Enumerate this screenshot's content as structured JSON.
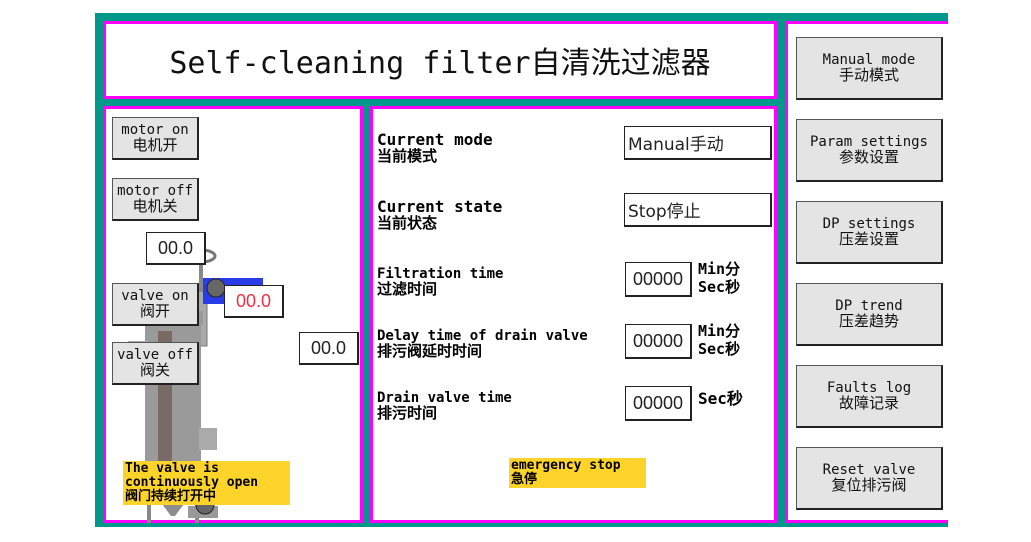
{
  "title": "Self-cleaning filter自清洗过滤器",
  "left": {
    "motor_on": {
      "en": "motor on",
      "cn": "电机开"
    },
    "motor_off": {
      "en": "motor off",
      "cn": "电机关"
    },
    "valve_on": {
      "en": "valve on",
      "cn": "阀开"
    },
    "valve_off": {
      "en": "valve off",
      "cn": "阀关"
    },
    "inlet_pressure": "00.0",
    "differential_pressure": "00.0",
    "outlet_pressure": "00.0",
    "warning": {
      "line1": "The valve is",
      "line2": "continuously open",
      "cn": "阀门持续打开中"
    }
  },
  "middle": {
    "current_mode": {
      "en": "Current  mode",
      "cn": "当前模式",
      "value": "Manual手动"
    },
    "current_state": {
      "en": "Current  state",
      "cn": "当前状态",
      "value": "Stop停止"
    },
    "filtration_time": {
      "en": "Filtration time",
      "cn": "过滤时间",
      "value": "00000",
      "unit_a": "Min分",
      "unit_b": "Sec秒"
    },
    "delay_time": {
      "en": "Delay time of drain valve",
      "cn": "排污阀延时时间",
      "value": "00000",
      "unit_a": "Min分",
      "unit_b": "Sec秒"
    },
    "drain_time": {
      "en": "Drain valve time",
      "cn": "排污时间",
      "value": "00000",
      "unit": "Sec秒"
    },
    "emergency": {
      "en": "emergency stop",
      "cn": "急停"
    }
  },
  "right": [
    {
      "en": "Manual mode",
      "cn": "手动模式"
    },
    {
      "en": "Param settings",
      "cn": "参数设置"
    },
    {
      "en": "DP settings",
      "cn": "压差设置"
    },
    {
      "en": "DP trend",
      "cn": "压差趋势"
    },
    {
      "en": "Faults log",
      "cn": "故障记录"
    },
    {
      "en": "Reset valve",
      "cn": "复位排污阀"
    }
  ]
}
